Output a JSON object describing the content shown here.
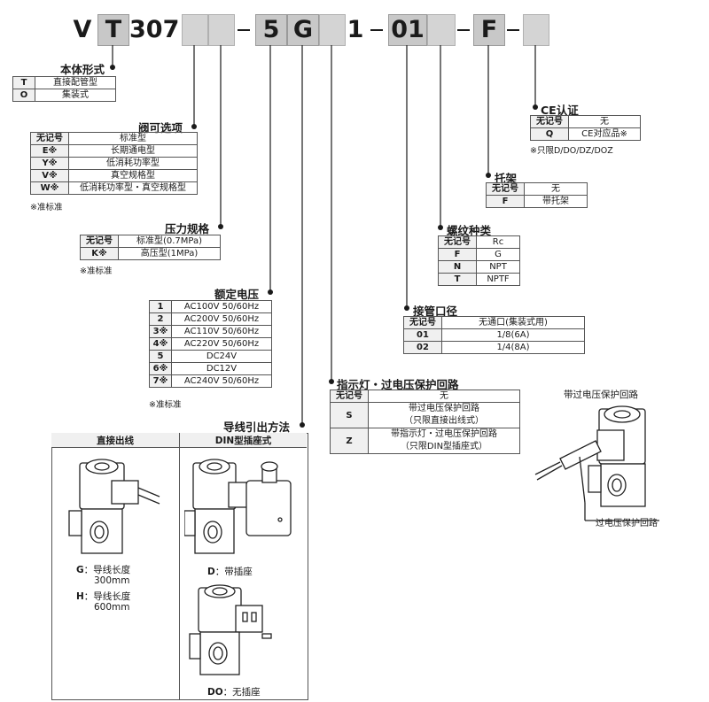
{
  "model_code": {
    "prefix_v": "V",
    "series_letter": "T",
    "model_number": "307",
    "pressure_code": "5",
    "g_code": "G",
    "one_code": "1",
    "port_code": "01",
    "f_code": "F",
    "dash": "-"
  },
  "body_style": {
    "title": "本体形式",
    "rows": [
      {
        "code": "T",
        "desc": "直接配管型"
      },
      {
        "code": "O",
        "desc": "集装式"
      }
    ]
  },
  "valve_options": {
    "title": "阀可选项",
    "rows": [
      {
        "code": "无记号",
        "desc": "标准型"
      },
      {
        "code": "E※",
        "desc": "长期通电型"
      },
      {
        "code": "Y※",
        "desc": "低消耗功率型"
      },
      {
        "code": "V※",
        "desc": "真空规格型"
      },
      {
        "code": "W※",
        "desc": "低消耗功率型・真空规格型"
      }
    ],
    "note": "※准标准"
  },
  "pressure_spec": {
    "title": "压力规格",
    "rows": [
      {
        "code": "无记号",
        "desc": "标准型(0.7MPa)"
      },
      {
        "code": "K※",
        "desc": "高压型(1MPa)"
      }
    ],
    "note": "※准标准"
  },
  "rated_voltage": {
    "title": "额定电压",
    "rows": [
      {
        "code": "1",
        "desc": "AC100V 50/60Hz"
      },
      {
        "code": "2",
        "desc": "AC200V 50/60Hz"
      },
      {
        "code": "3※",
        "desc": "AC110V 50/60Hz"
      },
      {
        "code": "4※",
        "desc": "AC220V 50/60Hz"
      },
      {
        "code": "5",
        "desc": "DC24V"
      },
      {
        "code": "6※",
        "desc": "DC12V"
      },
      {
        "code": "7※",
        "desc": "AC240V 50/60Hz"
      }
    ],
    "note": "※准标准"
  },
  "lead_wire": {
    "title": "导线引出方法",
    "col1_header": "直接出线",
    "col2_header": "DIN型插座式",
    "g_code": "G",
    "g_label": "：导线长度",
    "g_len": "300mm",
    "h_code": "H",
    "h_label": "：导线长度",
    "h_len": "600mm",
    "d_code": "D",
    "d_label": "：带插座",
    "do_code": "DO",
    "do_label": "：无插座"
  },
  "indicator": {
    "title": "指示灯・过电压保护回路",
    "rows": [
      {
        "code": "无记号",
        "desc1": "无",
        "desc2": ""
      },
      {
        "code": "S",
        "desc1": "带过电压保护回路",
        "desc2": "（只限直接出线式）"
      },
      {
        "code": "Z",
        "desc1": "带指示灯・过电压保护回路",
        "desc2": "（只限DIN型插座式）"
      }
    ]
  },
  "port_size": {
    "title": "接管口径",
    "rows": [
      {
        "code": "无记号",
        "desc": "无通口(集装式用)"
      },
      {
        "code": "01",
        "desc": "1/8(6A)"
      },
      {
        "code": "02",
        "desc": "1/4(8A)"
      }
    ]
  },
  "thread_type": {
    "title": "螺纹种类",
    "rows": [
      {
        "code": "无记号",
        "desc": "Rc"
      },
      {
        "code": "F",
        "desc": "G"
      },
      {
        "code": "N",
        "desc": "NPT"
      },
      {
        "code": "T",
        "desc": "NPTF"
      }
    ]
  },
  "bracket": {
    "title": "托架",
    "rows": [
      {
        "code": "无记号",
        "desc": "无"
      },
      {
        "code": "F",
        "desc": "带托架"
      }
    ]
  },
  "ce": {
    "title": "CE认证",
    "rows": [
      {
        "code": "无记号",
        "desc": "无"
      },
      {
        "code": "Q",
        "desc": "CE对应品※"
      }
    ],
    "note": "※只限D/DO/DZ/DOZ"
  },
  "surge_illustration": {
    "title": "带过电压保护回路",
    "label": "过电压保护回路"
  }
}
